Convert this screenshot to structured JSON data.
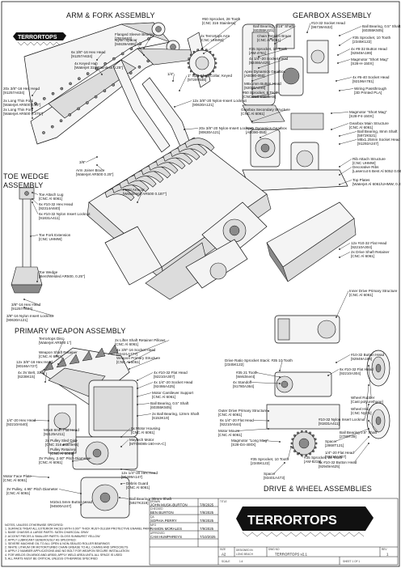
{
  "sections": {
    "arm_fork": "ARM & FORK ASSEMBLY",
    "gearbox": "GEARBOX ASSEMBLY",
    "toe_wedge": "TOE WEDGE ASSEMBLY",
    "primary_weapon": "PRIMARY WEAPON ASSEMBLY",
    "drive_wheel": "DRIVE & WHEEL ASSEMBLIES"
  },
  "labels": {
    "arm_fork": [
      "Flanged Sleeve Bearing [7815K63]",
      "Nylon Spacer [94639A895]",
      "6x 3/8\"-16 Hex Head [91257A634]",
      "4x Keyed Hub [Waterjet 316 Stainless 0.25\"]",
      "#60 Sprocket, 28 Tooth [CNC 316 Stainless]",
      "2x Terrortops Arm [CNC UHMW]",
      "1/4\"",
      "20x 3/8\"-16 Hex Head [91257A634]",
      "2x Long Thin Fork [Waterjet AR500 0.25\"]",
      "2x Long Thin Fork [Waterjet AR500 0.375\"]",
      "1\" Split Shaft Collar, Keyed [9729T546]",
      "12x 3/8\"-20 Nylon-Insert Locknut [90630A121]",
      "20x 3/8\"-20 Nylon-Insert Locknut [90630A121]",
      "3/8\"",
      "Arm Joiner Brace [Waterjet AR500 0.25\"]"
    ],
    "gearbox": [
      "#10-32 Socket Head [96738A532]",
      "Ball Bearing, 3/16\" Shaft [60355K421]",
      "Ball Bearing, 0.5\" Shaft [60355K505]",
      "Chain Tension Brace [CNC Al 6061]",
      "#35 Sprocket, 10 Tooth [2345K122]",
      "#35 Sprocket, 16 Tooth [AM-4761]",
      "4x #8-32 Button Head [92949A199]",
      "4x 1/4\"-20 Socket Head [92466A425]",
      "Magmotor \"Short Mag\" [S28-H-150X]",
      "Apex Dynamics Gearbox [AE090-050]",
      "M8x1mm Button Head [92095A249]",
      "4x #6-40 Socket Head [92196A781]",
      "#60 Sprocket, 9 Tooth [CNC 316 Stainless]",
      "Wiring Passthrough [3D Printed PLA]",
      "Gearbox Secondary Structure [CNC Al 6061]",
      "Magmotor \"Short Mag\" [S28-F4-150X]",
      "Apex Dynamics Gearbox [AE090-050]",
      "Gearbox Main Structure [CNC Al 6061]",
      "Ball Bearing, 8mm Shaft [5972K521]",
      "M8x1.25mm Socket Head [91292A247]",
      "Rib Attach Structure [CNC UHMW]",
      "Decorative Ribs [Lasercut 6 Bent Al 5052 0.04\"]",
      "Top Plates [Waterjet Al 6061/UHMW, 0.25\"-0.375\"]"
    ],
    "toe_wedge": [
      "Toe Attach Lug [CNC Al 6061]",
      "6x #10-32 Hex Head [92314A840]",
      "6x #10-32 Nylon Insert Locknut [91831A411]",
      "Toe Fork Extension [CNC UHMW]",
      "Toe Wedge [Bent/Welded AR500, 0.25\"]",
      "Front Armour [Weldment, AR500 0.187\"]",
      "3/8\"-16 Hex Head [91257A634]",
      "3/8\"-16 Nylon Insert Locknut [90630A121]"
    ],
    "drive_wheel": [
      "12x #10-32 Flat Head [92210A304]",
      "2x Drive Shaft Retainer [CNC Al 6061]",
      "Inner Drive Primary Structure [CNC Al 6061]",
      "#10-32 Button Head [92949A199]",
      "6x #10-32 Flat Head [92210A304]",
      "Drive Ratio Sprocket Stack: #35 10 Tooth [2345K122]",
      "#35 21 Tooth [Weldment]",
      "4x Standoff [91780A364]",
      "Outer Drive Primary Structure [CNC Al 6061]",
      "8x 1/4\"-20 Flat Head [92210A544]",
      "Motor Mount [CNC Al 6061]",
      "Magmotor \"Long Mag\" [S28-D4-400X]",
      "#35 Sprocket, 10 Tooth [2345K122]",
      "Spacer [93401A473]",
      "#35 Sprocket, 28 Tooth [AM-8219]",
      "Wheel Rubber [Cast polyurethane]",
      "Wheel Hub [CNC Nylon]",
      "#10-32 Nylon Insert Locknut [91831A411]",
      "Ball Bearing 0.5\" Shaft [2780T39]",
      "Spacer [2868T121]",
      "1/4\"-20 Flat Head [92210A307]",
      "8x #10-32 Button Head [92949A625]"
    ],
    "primary_weapon": [
      "Terrortops Disc [Waterjet AR500 1\"]",
      "Weapon Shaft Retainer [CNC Al 6061]",
      "12x 3/8\"-16 Hex Head [90166A727]",
      "4x 3V Belt, 31.5\" [6238K15]",
      "2x Lifter Shaft Retainer Pillows [CNC Al 6061]",
      "4x 3/8\"-16 Socket Head [92421A777]",
      "Weapon Primary Structure [CNC Al 6061]",
      "4x #10-32 Flat Head [92210A307]",
      "4x 1/4\"-20 Socket Head [92466A425]",
      "Motor Cantilever Support [CNC Al 6061]",
      "Ball Bearing, 0.5\" Shaft [60355K505]",
      "2x Ball Bearing, 12mm Shaft [6153K19]",
      "1/4\"-20 Hex Head [92210A540]",
      "M5x8 8mm Flat Head [92125A211]",
      "2x Pulley Sled Disk [CNC 316 Stainless]",
      "Pulley Retainer [CNC Al 6061]",
      "9x Motor Housing [CNC Al 6061]",
      "Maytech Motor [MTO8085-160-HA-C]",
      "3V Pulley, 2.60\" Pitch Diameter [CNC Al 6061]",
      "Motor Face Plate [CNC Al 6061]",
      "12x 1/4\"-20 Hex Head [90499A147]",
      "Debris Guard [CNC Al 6061]",
      "3V Pulley, 4.95\" Pitch Diameter [CNC Al 6061]",
      "M10x1.5mm Button Head [94500A247]",
      "Ball Bearing, 30mm Shaft [5927K319]"
    ]
  },
  "notes": [
    "NOTES, UNLESS OTHERWISE SPECIFIED:",
    "1.  SURFACE TREAT ALL EXTERIOR FACES WITH 0.007\" THICK RUST-OLEUM PROTECTIVE ENAMEL PAINT",
    "    1.  BASE CHASSIS & LARGE PARTS:      SATIN CHARCOAL GRAY",
    "    2.  ACCENT PIECES & SMALLER PARTS:  GLOSS SUNBURST YELLOW",
    "2.  APPLY LUBRICANT GENEROUSLY AS SPECIFIED:",
    "    1.  SEVERE MACHINE OIL TO ALL OPEN & NON-SEALED ROLLER BEARINGS",
    "    2.  WHITE LITHIUM OR MOTOR/TURBO CHAIN GREASE TO ALL CHAINS AND SPROCKETS",
    "3.  APPLY 2 NUMBER APPLICATIONS AND NO BOLT FOR WEAPON SECURE INSTALLATION",
    "4.  FOR WELDS ON AR400 AND AR500, APPLY WELD AREA UNTIL ALL SPACE IS USED",
    "5.  ALL PARTS MUST BE CRITICAL UNLESS OTHERWISE SPECIFIED"
  ],
  "title_block": {
    "drawn_hdr": "DRAWN",
    "drawn_name": "JOHN MUSK-BURTON",
    "drawn_date": "7/8/2025",
    "checked_hdr": "CHECKED",
    "checked_name": "BEN BURTON",
    "checked_date": "7/8/2025",
    "qa_hdr": "QA",
    "qa_name": "SOPHIA PERRY",
    "qa_date": "7/8/2025",
    "mfg_hdr": "MFG",
    "mfg_name": "RAMON MORALES",
    "mfg_date": "7/9/2025",
    "approved_hdr": "APPROVED",
    "approved_name": "CAM HUMPHREYS",
    "approved_date": "7/10/2025",
    "title_hdr": "TITLE",
    "logo_text": "TERRORTOPS",
    "size_hdr": "SIZE",
    "size": "A2",
    "designed_label": "DESIGNED IN",
    "designed_place": "LONG BEACH",
    "dwg_hdr": "DWG NO",
    "dwg_no": "TERRORTOPS v2.1",
    "rev_hdr": "REV",
    "rev": "1",
    "scale_label": "SCALE",
    "scale": "1:4",
    "sheet_label": "SHEET 1 OF 1"
  },
  "logo_top": "TERRORTOPS",
  "colors": {
    "ink": "#111111",
    "paper": "#ffffff",
    "shade": "#dcdcdc"
  }
}
